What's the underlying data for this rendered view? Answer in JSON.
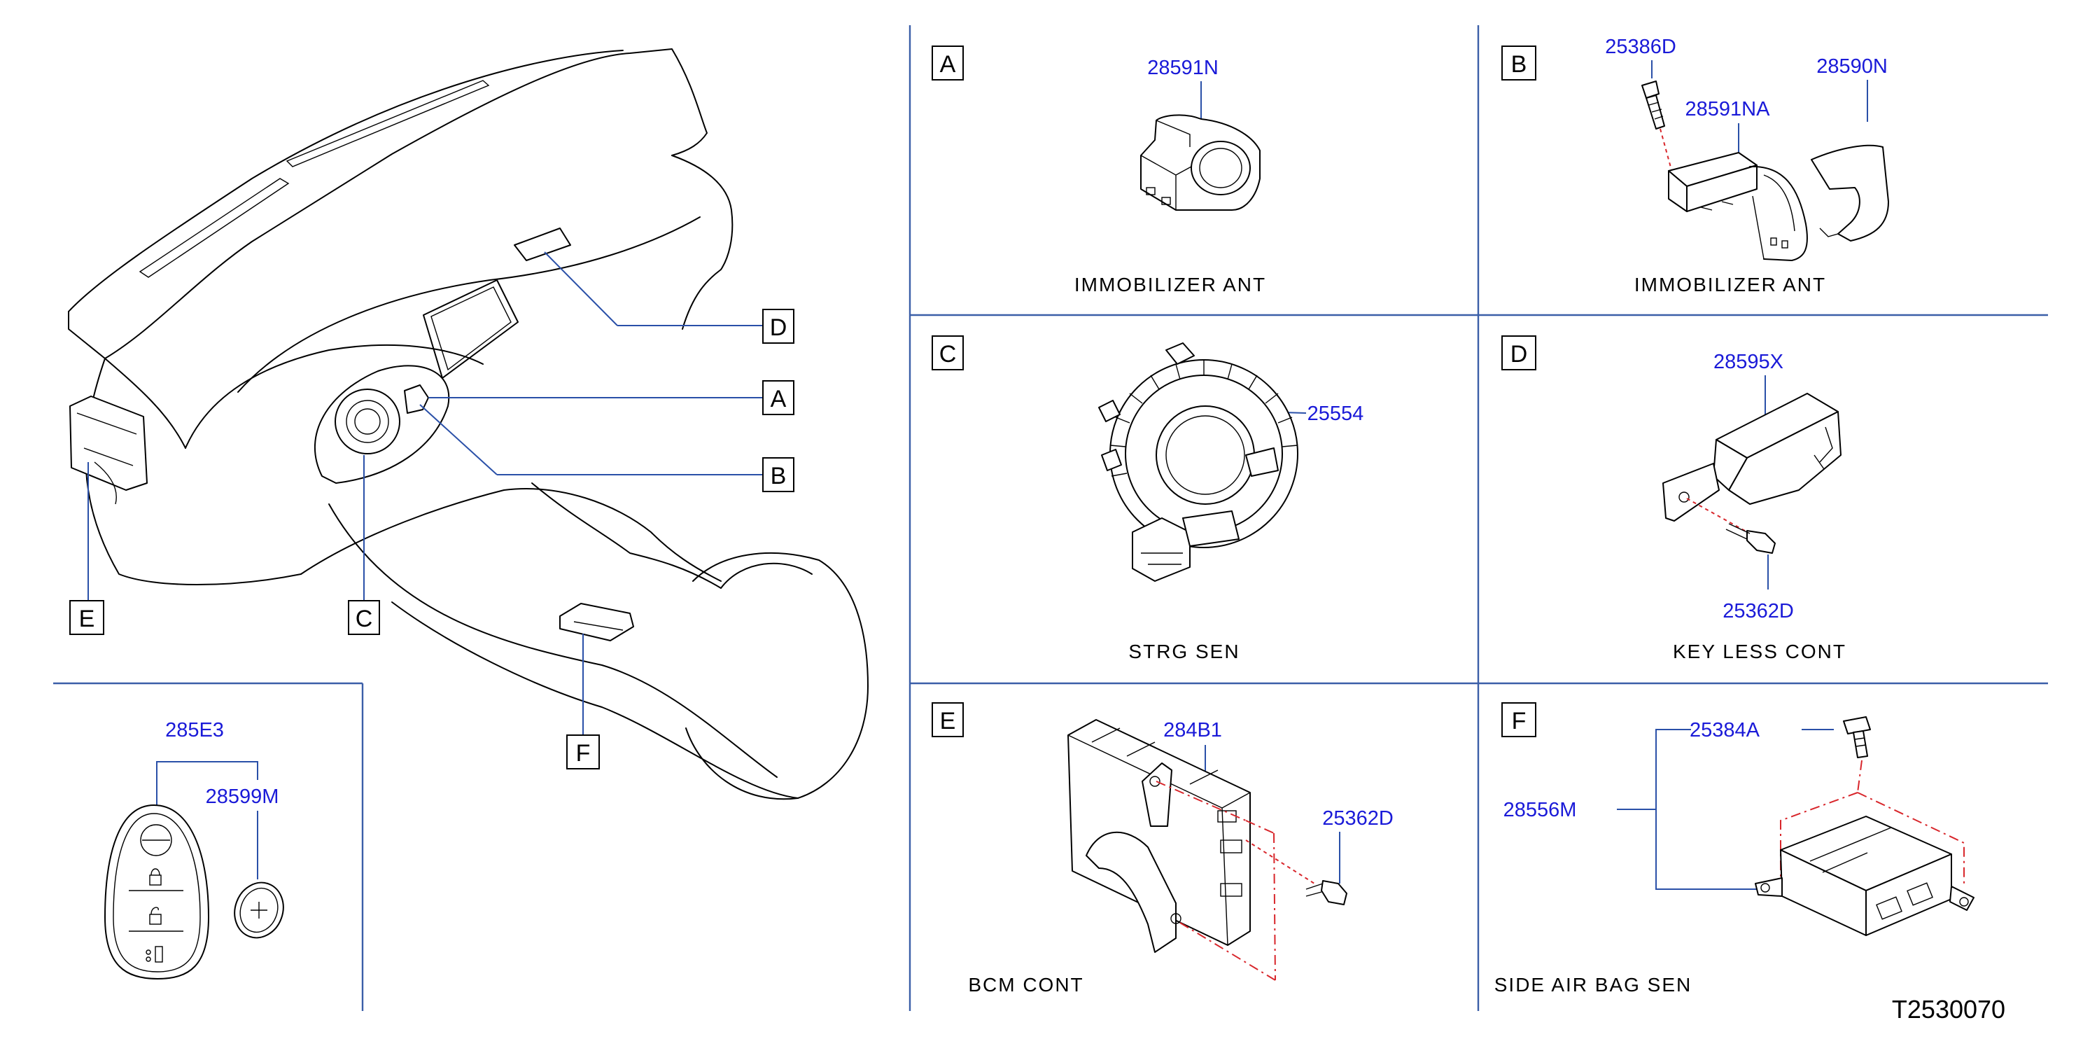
{
  "diagram_code": "T2530070",
  "callouts": {
    "A": "A",
    "B": "B",
    "C": "C",
    "D": "D",
    "E": "E",
    "F": "F"
  },
  "panels": {
    "A": {
      "letter": "A",
      "caption": "IMMOBILIZER  ANT",
      "parts": [
        "28591N"
      ]
    },
    "B": {
      "letter": "B",
      "caption": "IMMOBILIZER  ANT",
      "parts": [
        "25386D",
        "28591NA",
        "28590N"
      ]
    },
    "C": {
      "letter": "C",
      "caption": "STRG  SEN",
      "parts": [
        "25554"
      ]
    },
    "D": {
      "letter": "D",
      "caption": "KEY  LESS  CONT",
      "parts": [
        "28595X",
        "25362D"
      ]
    },
    "E": {
      "letter": "E",
      "caption": "BCM  CONT",
      "parts": [
        "284B1",
        "25362D"
      ]
    },
    "F": {
      "letter": "F",
      "caption": "SIDE  AIR  BAG  SEN",
      "parts": [
        "25384A",
        "28556M"
      ]
    }
  },
  "keyfob": {
    "parts": [
      "285E3",
      "28599M"
    ]
  },
  "colors": {
    "part_number": "#1a1ad8",
    "leader": "#2a50a8",
    "grid": "#3b5fa8",
    "fastener_path": "#d8262b"
  }
}
